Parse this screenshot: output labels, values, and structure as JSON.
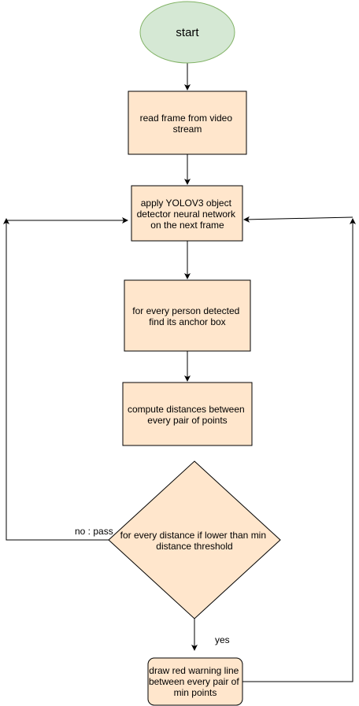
{
  "diagram": {
    "colors": {
      "start_fill": "#d5e8d4",
      "start_stroke": "#82b366",
      "process_fill": "#ffe6cc",
      "process_stroke": "#000000",
      "edge": "#000000"
    },
    "nodes": {
      "start": {
        "lines": [
          "start"
        ]
      },
      "read_frame": {
        "lines": [
          "read frame from video",
          "stream"
        ]
      },
      "apply_yolo": {
        "lines": [
          "apply YOLOV3 object",
          "detector neural network",
          "on the next frame"
        ]
      },
      "anchor_box": {
        "lines": [
          "for every person detected",
          "find its anchor box"
        ]
      },
      "compute_distances": {
        "lines": [
          "compute distances between",
          "every pair of points"
        ]
      },
      "threshold_decision": {
        "lines": [
          "for every distance if lower than min",
          "distance threshold"
        ]
      },
      "draw_warning": {
        "lines": [
          "draw red warning line",
          "between every pair of",
          "min points"
        ]
      }
    },
    "edge_labels": {
      "no_pass": "no : pass",
      "yes": "yes"
    }
  }
}
